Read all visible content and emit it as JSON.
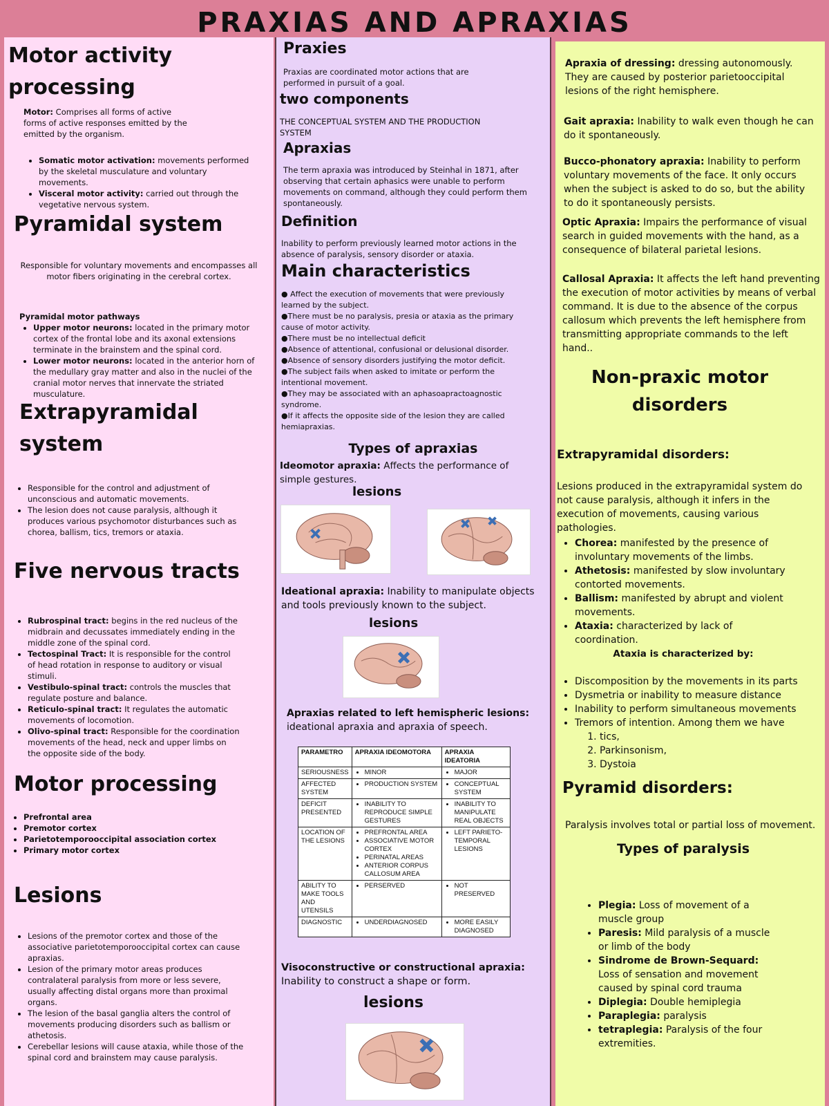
{
  "title": "PRAXIAS AND APRAXIAS",
  "col1": {
    "motor_activity_heading": "Motor activity processing",
    "motor_label": "Motor:",
    "motor_text": " Comprises all forms of active forms of active responses emitted by the emitted by the organism.",
    "motor_items": [
      {
        "label": "Somatic motor activation:",
        "text": " movements performed by the skeletal musculature and voluntary movements."
      },
      {
        "label": "Visceral motor activity:",
        "text": " carried out through the vegetative nervous system."
      }
    ],
    "pyramidal_heading": "Pyramidal system",
    "pyramidal_text": "Responsible for voluntary movements and encompasses all motor fibers originating in the cerebral cortex.",
    "pathways_heading": "Pyramidal motor pathways",
    "pathways_items": [
      {
        "label": "Upper motor neurons:",
        "text": " located in the primary motor cortex of the frontal lobe and its axonal extensions terminate in the brainstem and the spinal cord."
      },
      {
        "label": "Lower motor neurons:",
        "text": " located in the anterior horn of the medullary gray matter and also in the nuclei of the cranial motor nerves that innervate the striated musculature."
      }
    ],
    "extrapyramidal_heading": "Extrapyramidal system",
    "extrapyramidal_items": [
      "Responsible for the control and adjustment of unconscious and automatic movements.",
      "The lesion does not cause paralysis, although it produces various psychomotor disturbances such as chorea, ballism, tics, tremors or ataxia."
    ],
    "tracts_heading": "Five nervous tracts",
    "tracts_items": [
      {
        "label": "Rubrospinal tract:",
        "text": " begins in the red nucleus of the midbrain and decussates immediately ending in the middle zone of the spinal cord."
      },
      {
        "label": "Tectospinal Tract:",
        "text": " It is responsible for the control of head rotation in response to auditory or visual stimuli."
      },
      {
        "label": "Vestibulo-spinal tract:",
        "text": " controls the muscles that regulate posture and balance."
      },
      {
        "label": "Reticulo-spinal tract:",
        "text": " It regulates the automatic movements of locomotion."
      },
      {
        "label": "Olivo-spinal tract:",
        "text": " Responsible for the coordination movements of the head, neck and upper limbs on the opposite side of the body."
      }
    ],
    "motor_processing_heading": "Motor processing",
    "motor_processing_items": [
      "Prefrontal area",
      "Premotor cortex",
      "Parietotemporooccipital association cortex",
      "Primary motor cortex"
    ],
    "lesions_heading": "Lesions",
    "lesions_items": [
      "Lesions of the premotor cortex and those of the associative parietotemporooccipital cortex can cause apraxias.",
      "Lesion of the primary motor areas produces contralateral paralysis from more or less severe, usually affecting distal organs more than proximal organs.",
      "The lesion of the basal ganglia alters the control of movements producing disorders such as ballism or athetosis.",
      "Cerebellar lesions will cause ataxia, while those of the spinal cord and brainstem may cause paralysis."
    ]
  },
  "col2": {
    "praxies_heading": "Praxies",
    "praxies_text": "Praxias are coordinated motor actions that are performed in pursuit of a goal.",
    "components_heading": "two components",
    "components_text": "THE CONCEPTUAL SYSTEM AND THE PRODUCTION SYSTEM",
    "apraxias_heading": "Apraxias",
    "apraxias_text": "The term apraxia was introduced by Steinhal in 1871, after observing that certain aphasics were unable to perform movements on command, although they could perform them spontaneously.",
    "definition_heading": "Definition",
    "definition_text": "Inability to perform previously learned motor actions in the absence of paralysis, sensory disorder or ataxia.",
    "characteristics_heading": "Main characteristics",
    "characteristics_items": [
      "Affect the execution of movements that were previously learned by the subject.",
      "There must be no paralysis, presia or ataxia as the primary cause of motor activity.",
      "There must be no intellectual deficit",
      "Absence of attentional, confusional or delusional disorder.",
      "Absence of sensory disorders justifying the motor deficit.",
      "The subject fails when asked to imitate or perform the intentional movement.",
      "They may be associated with an aphasoapractoagnostic syndrome.",
      "If it affects the opposite side of the lesion they are called hemiapraxias."
    ],
    "types_heading": "Types of apraxias",
    "ideomotor_label": "Ideomotor apraxia:",
    "ideomotor_text": " Affects the performance of simple gestures.",
    "lesions_label": "lesions",
    "ideational_label": "Ideational apraxia:",
    "ideational_text": " Inability to manipulate objects and tools previously known to the subject.",
    "left_hemi_label": "Apraxias related to left hemispheric lesions:",
    "left_hemi_text": "ideational apraxia and apraxia of speech.",
    "table": {
      "headers": [
        "PARAMETRO",
        "APRAXIA IDEOMOTORA",
        "APRAXIA IDEATORIA"
      ],
      "rows": [
        {
          "param": "SERIOUSNESS",
          "a": [
            "MINOR"
          ],
          "b": [
            "MAJOR"
          ]
        },
        {
          "param": "AFFECTED SYSTEM",
          "a": [
            "PRODUCTION SYSTEM"
          ],
          "b": [
            "CONCEPTUAL SYSTEM"
          ]
        },
        {
          "param": "DEFICIT PRESENTED",
          "a": [
            "INABILITY TO REPRODUCE SIMPLE GESTURES"
          ],
          "b": [
            "INABILITY TO MANIPULATE REAL OBJECTS"
          ]
        },
        {
          "param": "LOCATION OF THE LESIONS",
          "a": [
            "PREFRONTAL AREA",
            "ASSOCIATIVE MOTOR CORTEX",
            "PERINATAL AREAS",
            "ANTERIOR CORPUS CALLOSUM AREA"
          ],
          "b": [
            "LEFT PARIETO-TEMPORAL LESIONS"
          ]
        },
        {
          "param": "ABILITY TO MAKE TOOLS AND UTENSILS",
          "a": [
            "PERSERVED"
          ],
          "b": [
            "NOT PRESERVED"
          ]
        },
        {
          "param": "DIAGNOSTIC",
          "a": [
            "UNDERDIAGNOSED"
          ],
          "b": [
            "MORE EASILY DIAGNOSED"
          ]
        }
      ]
    },
    "visoconstructive_label": "Visoconstructive or constructional apraxia:",
    "visoconstructive_text": "Inability to construct a shape or form."
  },
  "col3": {
    "dressing_label": "Apraxia of dressing:",
    "dressing_text": " dressing autonomously. They are caused by posterior parietooccipital lesions of the right hemisphere.",
    "gait_label": "Gait apraxia:",
    "gait_text": " Inability to walk even though he can do it spontaneously.",
    "bucco_label": "Bucco-phonatory apraxia:",
    "bucco_text": " Inability to perform voluntary movements of the face. It only occurs when the subject is asked to do so, but the ability to do it spontaneously persists.",
    "optic_label": "Optic Apraxia:",
    "optic_text": " Impairs the performance of visual search in guided movements with the hand, as a consequence of bilateral parietal lesions.",
    "callosal_label": "Callosal Apraxia:",
    "callosal_text": " It affects the left hand preventing the execution of motor activities by means of verbal command. It is due to the absence of the corpus callosum which prevents the left hemisphere from transmitting appropriate commands to the left hand..",
    "nonpraxic_heading": "Non-praxic motor disorders",
    "extrapyramidal_disorders_heading": "Extrapyramidal disorders:",
    "extrapyramidal_disorders_text": "Lesions produced in the extrapyramidal system do not cause paralysis, although it infers in the execution of movements, causing various pathologies.",
    "disorders_items": [
      {
        "label": "Chorea:",
        "text": " manifested by the presence of involuntary movements of the limbs."
      },
      {
        "label": "Athetosis:",
        "text": " manifested by slow involuntary contorted movements."
      },
      {
        "label": "Ballism:",
        "text": " manifested by abrupt and violent movements."
      },
      {
        "label": "Ataxia:",
        "text": " characterized by lack of coordination."
      }
    ],
    "ataxia_heading": "Ataxia is characterized by:",
    "ataxia_items": [
      "Discomposition by the movements in its parts",
      "Dysmetria or inability to measure distance",
      "Inability to perform simultaneous movements",
      "Tremors of intention. Among them we have"
    ],
    "tremor_items": [
      "tics,",
      "Parkinsonism,",
      "Dystoia"
    ],
    "pyramid_heading": "Pyramid disorders:",
    "paralysis_text": "Paralysis involves total or partial loss of movement.",
    "paralysis_types_heading": "Types of paralysis",
    "paralysis_items": [
      {
        "label": "Plegia:",
        "text": " Loss of movement of a muscle group"
      },
      {
        "label": "Paresis:",
        "text": " Mild paralysis of a muscle or limb of the body"
      },
      {
        "label": "Sindrome de Brown-Sequard:",
        "text": " Loss of sensation and movement caused by spinal cord trauma"
      },
      {
        "label": "Diplegia:",
        "text": " Double hemiplegia"
      },
      {
        "label": "Paraplegia:",
        "text": " paralysis"
      },
      {
        "label": "tetraplegia:",
        "text": " Paralysis of the four extremities."
      }
    ]
  }
}
